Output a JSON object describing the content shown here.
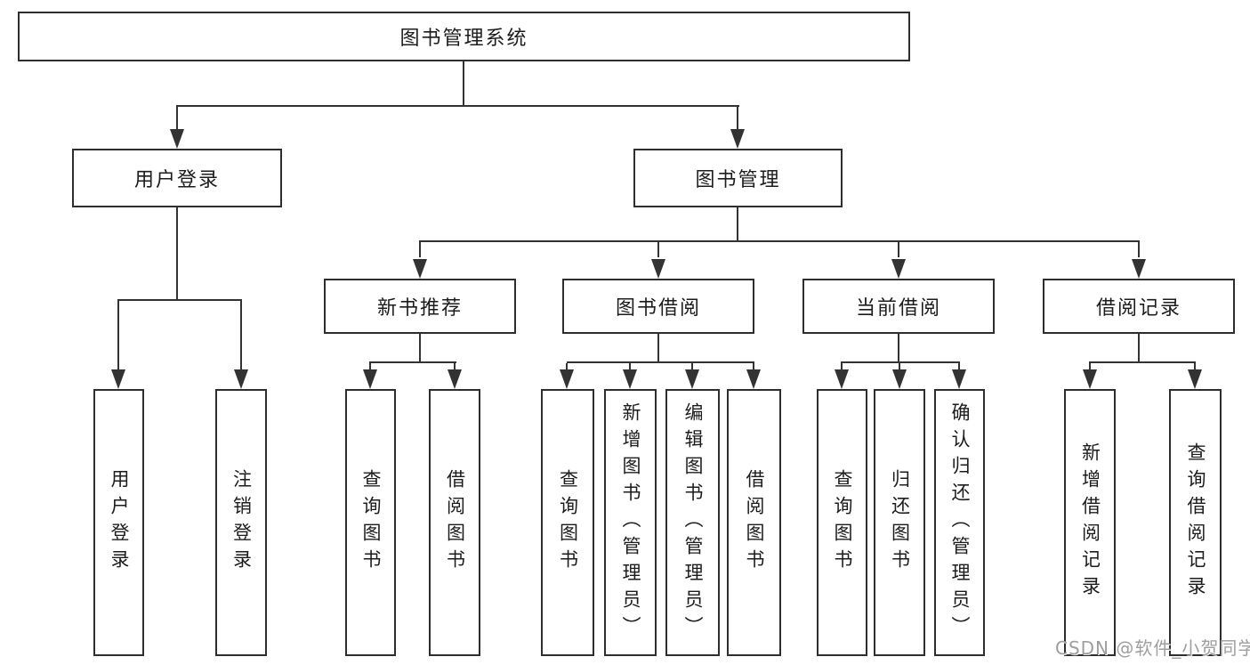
{
  "canvas": {
    "background": "#ffffff",
    "line_color": "#333333",
    "box_border_color": "#2e2e2e",
    "text_color": "#1c1c1c"
  },
  "tree": {
    "root": {
      "label": "图书管理系统"
    },
    "children": [
      {
        "label": "用户登录",
        "children": [
          {
            "label": "用户登录"
          },
          {
            "label": "注销登录"
          }
        ]
      },
      {
        "label": "图书管理",
        "children": [
          {
            "label": "新书推荐",
            "children": [
              {
                "label": "查询图书"
              },
              {
                "label": "借阅图书"
              }
            ]
          },
          {
            "label": "图书借阅",
            "children": [
              {
                "label": "查询图书"
              },
              {
                "label": "新增图书（管理员）"
              },
              {
                "label": "编辑图书（管理员）"
              },
              {
                "label": "借阅图书"
              }
            ]
          },
          {
            "label": "当前借阅",
            "children": [
              {
                "label": "查询图书"
              },
              {
                "label": "归还图书"
              },
              {
                "label": "确认归还（管理员）"
              }
            ]
          },
          {
            "label": "借阅记录",
            "children": [
              {
                "label": "新增借阅记录"
              },
              {
                "label": "查询借阅记录"
              }
            ]
          }
        ]
      }
    ]
  },
  "watermark": {
    "text": "CSDN @软件_小贺同学",
    "color": "#9e9e9e"
  }
}
